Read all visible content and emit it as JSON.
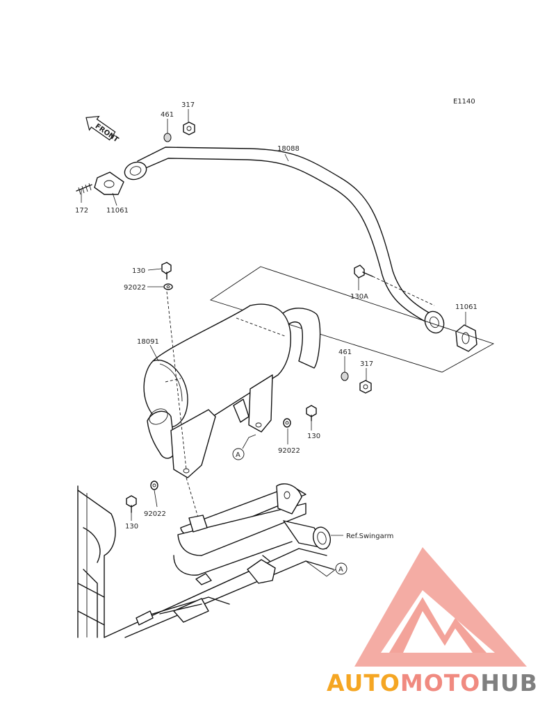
{
  "diagram_code": "E1140",
  "front_label": "FRONT",
  "callouts": {
    "p461_top": "461",
    "p317_top": "317",
    "p18088": "18088",
    "p172": "172",
    "p11061_left": "11061",
    "p130_top": "130",
    "p92022_top": "92022",
    "p130A": "130A",
    "p11061_right": "11061",
    "p18091": "18091",
    "p461_mid": "461",
    "p317_mid": "317",
    "p130_mid": "130",
    "p92022_mid": "92022",
    "p92022_low": "92022",
    "p130_low": "130",
    "ref_swingarm": "Ref.Swingarm",
    "marker_a1": "A",
    "marker_a2": "A"
  },
  "watermark": {
    "part1": "AUTO",
    "part2": "MOTO",
    "part3": "HUB",
    "color_auto": "#f5a623",
    "color_moto": "#f08a80",
    "color_hub": "#7f7f7f",
    "color_logo": "#f3a39a"
  }
}
